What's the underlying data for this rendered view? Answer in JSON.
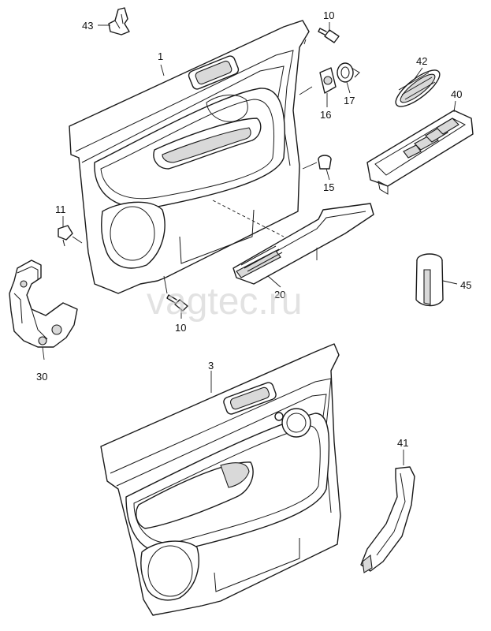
{
  "watermark": "vagtec.ru",
  "callouts": {
    "c43": "43",
    "c10a": "10",
    "c1": "1",
    "c42": "42",
    "c40": "40",
    "c16": "16",
    "c17": "17",
    "c15": "15",
    "c11": "11",
    "c20": "20",
    "c45": "45",
    "c10b": "10",
    "c30": "30",
    "c3": "3",
    "c41": "41"
  },
  "colors": {
    "line": "#1a1a1a",
    "watermark": "#cfcfcf"
  }
}
